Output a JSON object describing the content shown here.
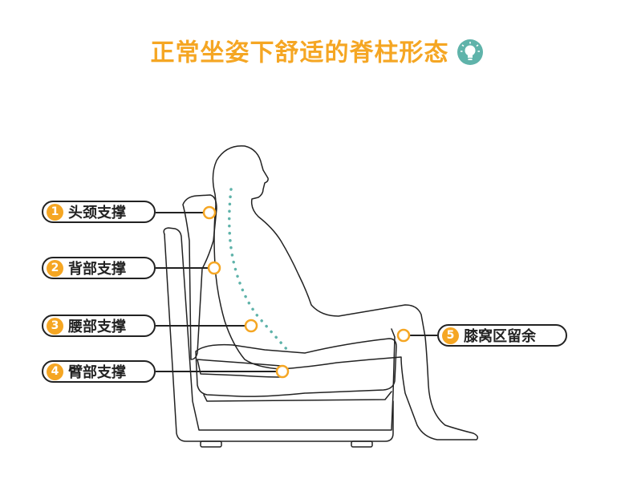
{
  "title": "正常坐姿下舒适的脊柱形态",
  "icon": "lightbulb-icon",
  "colors": {
    "accent": "#f5a623",
    "spine": "#5fb3aa",
    "line": "#222222",
    "badge": "#5fb3aa"
  },
  "labels": [
    {
      "num": "1",
      "text": "头颈支撑"
    },
    {
      "num": "2",
      "text": "背部支撑"
    },
    {
      "num": "3",
      "text": "腰部支撑"
    },
    {
      "num": "4",
      "text": "臂部支撑"
    },
    {
      "num": "5",
      "text": "膝窝区留余"
    }
  ]
}
